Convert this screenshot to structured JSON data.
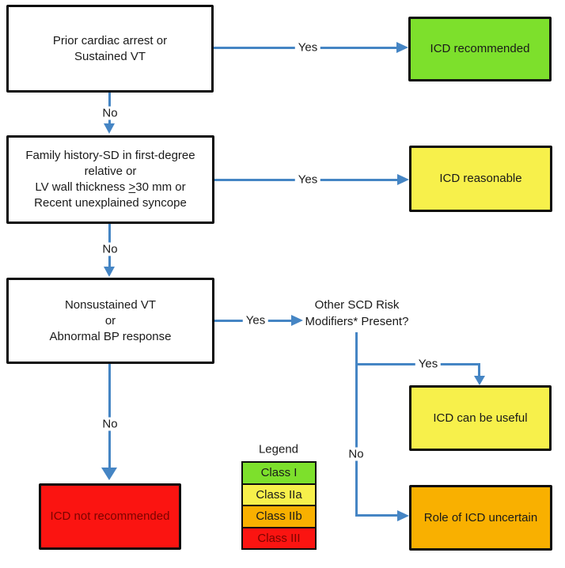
{
  "labels": {
    "yes": "Yes",
    "no": "No"
  },
  "decisions": {
    "prior_arrest": {
      "line1": "Prior cardiac arrest or",
      "line2": "Sustained VT"
    },
    "family_history": {
      "line1": "Family history-SD in first-degree",
      "line2": "relative or",
      "line3_pre": "LV wall thickness ",
      "line3_ge": ">",
      "line3_post": "30 mm or",
      "line4": "Recent unexplained syncope"
    },
    "nsvt": {
      "line1": "Nonsustained VT",
      "line2": "or",
      "line3": "Abnormal BP response"
    },
    "scd_modifiers": {
      "line1": "Other SCD Risk",
      "line2": "Modifiers* Present?"
    }
  },
  "results": {
    "recommended": {
      "label": "ICD recommended",
      "color": "#7de02c"
    },
    "reasonable": {
      "label": "ICD reasonable",
      "color": "#f7f04b"
    },
    "can_be_useful": {
      "label": "ICD can be useful",
      "color": "#f7f04b"
    },
    "uncertain": {
      "label": "Role of ICD uncertain",
      "color": "#f9b000"
    },
    "not_recommended": {
      "label": "ICD not recommended",
      "color": "#fb1411",
      "text_color": "#7a0400"
    }
  },
  "legend": {
    "title": "Legend",
    "items": [
      {
        "label": "Class I",
        "color": "#7de02c"
      },
      {
        "label": "Class IIa",
        "color": "#f7f04b"
      },
      {
        "label": "Class IIb",
        "color": "#f9b000"
      },
      {
        "label": "Class III",
        "color": "#fb1411",
        "text_color": "#7a0400"
      }
    ]
  },
  "colors": {
    "arrow": "#4585c4",
    "box_border": "#0d0d0d",
    "text": "#1a1a1a"
  }
}
